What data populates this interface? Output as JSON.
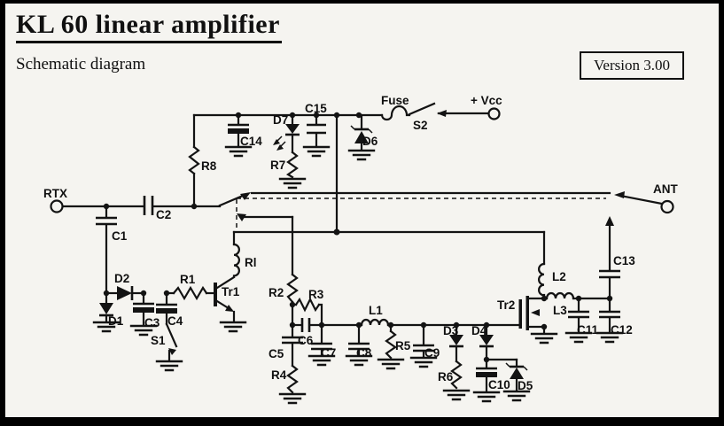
{
  "header": {
    "title": "KL 60 linear amplifier",
    "subtitle": "Schematic diagram",
    "version": "Version 3.00"
  },
  "labels": {
    "rtx": "RTX",
    "ant": "ANT",
    "vcc": "+ Vcc",
    "fuse": "Fuse",
    "s2": "S2",
    "s1": "S1",
    "c1": "C1",
    "c2": "C2",
    "c3": "C3",
    "c4": "C4",
    "c5": "C5",
    "c6": "C6",
    "c7": "C7",
    "c8": "C8",
    "c9": "C9",
    "c10": "C10",
    "c11": "C11",
    "c12": "C12",
    "c13": "C13",
    "c14": "C14",
    "c15": "C15",
    "r1": "R1",
    "r2": "R2",
    "r3": "R3",
    "r4": "R4",
    "r5": "R5",
    "r6": "R6",
    "r7": "R7",
    "r8": "R8",
    "rl": "Rl",
    "l1": "L1",
    "l2": "L2",
    "l3": "L3",
    "d1": "D1",
    "d2": "D2",
    "d3": "D3",
    "d4": "D4",
    "d5": "D5",
    "d6": "D6",
    "d7": "D7",
    "tr1": "Tr1",
    "tr2": "Tr2"
  }
}
